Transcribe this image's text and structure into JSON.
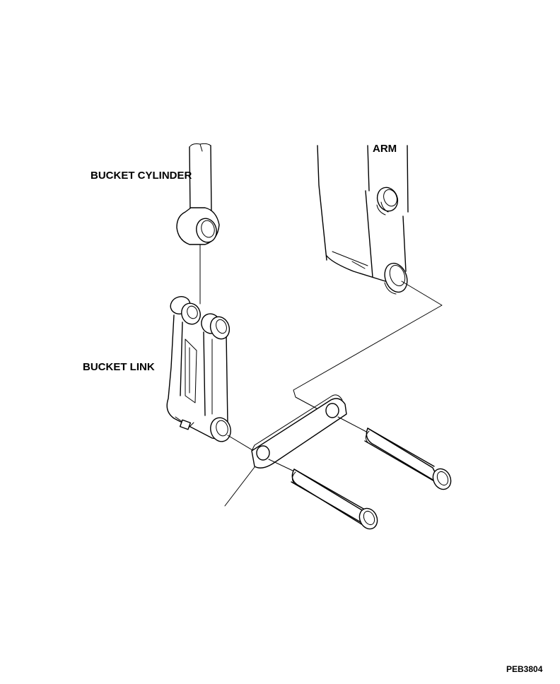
{
  "labels": {
    "arm": "ARM",
    "bucket_cylinder": "BUCKET CYLINDER",
    "bucket_link": "BUCKET LINK",
    "figure_code": "PEB3804"
  }
}
